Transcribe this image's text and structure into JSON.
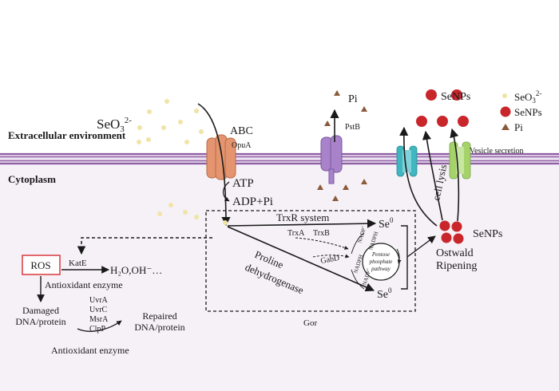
{
  "compartments": {
    "extracellular": "Extracellular environment",
    "cytoplasm": "Cytoplasm"
  },
  "transporters": {
    "abc": "ABC",
    "opua": "OpuA",
    "pstb": "PstB"
  },
  "species": {
    "selenite_base": "SeO",
    "selenite_sub": "3",
    "selenite_sup": "2-",
    "pi": "Pi",
    "senps": "SeNPs",
    "se": "Se",
    "se_sup": "0"
  },
  "energy": {
    "atp": "ATP",
    "adp": "ADP+Pi"
  },
  "legend": {
    "selenite_base": "SeO",
    "selenite_sub": "3",
    "selenite_sup": "2-",
    "senps": "SeNPs",
    "pi": "Pi"
  },
  "pathways": {
    "trxr_system": "TrxR system",
    "trxa": "TrxA",
    "trxb": "TrxB",
    "gabd": "GabD",
    "proline_line1": "Proline",
    "proline_line2": "dehydrogenase",
    "gor": "Gor",
    "pentose_line1": "Pentose",
    "pentose_line2": "phosphate",
    "pentose_line3": "pathway",
    "nadp_plus": "NADP",
    "nadph": "NADPH"
  },
  "processes": {
    "cell_lysis": "cell lysis",
    "vesicle_secretion": "Vesicle secretion",
    "ostwald_line1": "Ostwald",
    "ostwald_line2": "Ripening"
  },
  "ros": {
    "ros": "ROS",
    "kate": "KatE",
    "products": "H₂O,OH⁻…",
    "antioxidant_enzyme_1": "Antioxidant enzyme",
    "damaged_line1": "Damaged",
    "damaged_line2": "DNA/protein",
    "repair_enzymes": [
      "UvrA",
      "UvrC",
      "MsrA",
      "ClpP"
    ],
    "repaired_line1": "Repaired",
    "repaired_line2": "DNA/protein",
    "antioxidant_enzyme_2": "Antioxidant enzyme"
  },
  "colors": {
    "membrane": "#8e5ea2",
    "cytoplasm": "#f6f1f7",
    "selenite_dot": "#f0e4a6",
    "senp": "#c9262c",
    "pi": "#8a5a3c",
    "abc_transporter": "#e4956f",
    "pstb_transporter": "#a883c9",
    "cyan_channel": "#3fb6c0",
    "green_channel": "#a5d36a",
    "ros_box": "#d9383c"
  }
}
